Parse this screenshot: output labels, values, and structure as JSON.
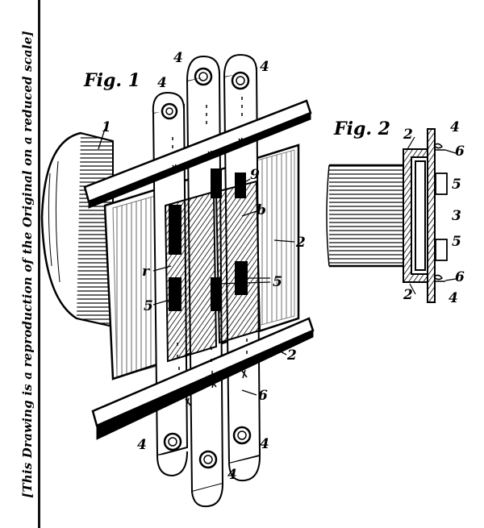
{
  "side_note": "[This Drawing is a reproduction of the Original on a reduced scale]",
  "figures": [
    {
      "title": "Fig. 1",
      "labels": [
        "1",
        "4",
        "4",
        "4",
        "4",
        "4",
        "4",
        "9",
        "b",
        "2",
        "r",
        "5",
        "5",
        "2",
        "6"
      ]
    },
    {
      "title": "Fig. 2",
      "labels": [
        "2",
        "4",
        "6",
        "5",
        "3",
        "5",
        "6",
        "2",
        "4"
      ]
    }
  ]
}
